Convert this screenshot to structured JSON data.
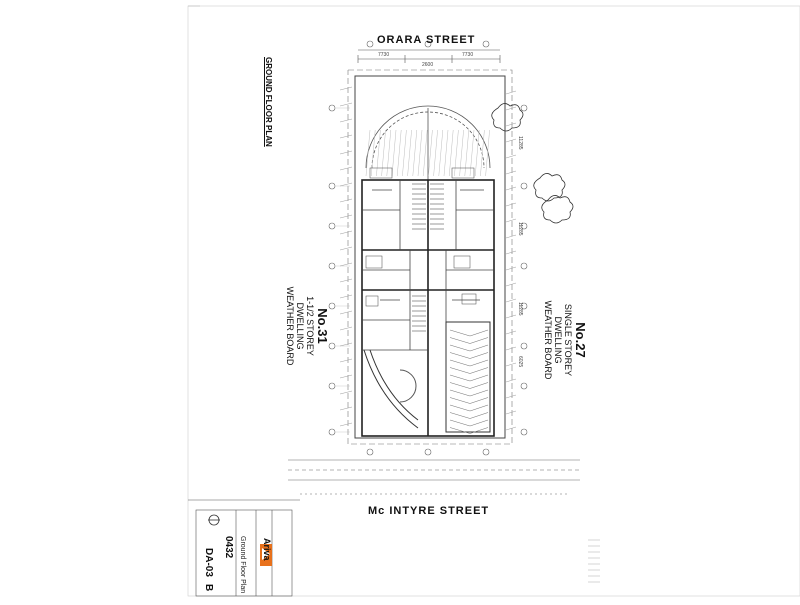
{
  "drawing": {
    "street_top": "ORARA STREET",
    "street_bottom": "Mc INTYRE STREET",
    "sheet_title": "GROUND FLOOR PLAN",
    "neighbour_left": {
      "number": "No.31",
      "line1": "1-1/2 STOREY",
      "line2": "DWELLING",
      "line3": "WEATHER BOARD"
    },
    "neighbour_right": {
      "number": "No.27",
      "line1": "SINGLE STOREY",
      "line2": "DWELLING",
      "line3": "WEATHER BOARD"
    },
    "dims_top": [
      "7730",
      "2600",
      "7730"
    ],
    "dims_right": [
      "11285",
      "11285",
      "11285",
      "6025"
    ]
  },
  "title_block": {
    "firm": "Ariva",
    "project_no": "0432",
    "drawing_name": "Ground Floor Plan",
    "drawing_no": "DA-03",
    "revision": "B"
  },
  "colors": {
    "line": "#6b6b6b",
    "dark": "#333333",
    "logo_orange": "#e8711c"
  }
}
